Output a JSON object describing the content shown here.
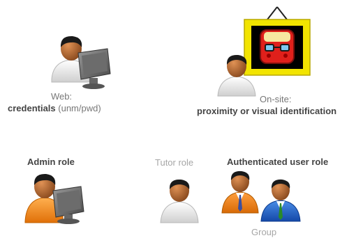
{
  "web": {
    "title": "Web:",
    "bold": "credentials",
    "rest": " (unm/pwd)"
  },
  "onsite": {
    "title": "On-site:",
    "subtitle": "proximity or visual identification"
  },
  "roles": {
    "admin": "Admin role",
    "tutor": "Tutor role",
    "authenticated": "Authenticated user role",
    "group": "Group"
  },
  "colors": {
    "text_dark": "#444444",
    "text_grey": "#777777",
    "text_light": "#a6a6a6",
    "frame_yellow": "#f2e400",
    "badge_red": "#e0201b",
    "shirt_white": "#f4f4f4",
    "shirt_orange": "#f08a14",
    "shirt_blue": "#1f63c8",
    "skin": "#b06a35",
    "hair": "#1a1a1a"
  },
  "icons": [
    "user-at-computer-icon",
    "framed-badge-icon",
    "user-icon",
    "admin-at-computer-icon",
    "group-users-icon"
  ]
}
